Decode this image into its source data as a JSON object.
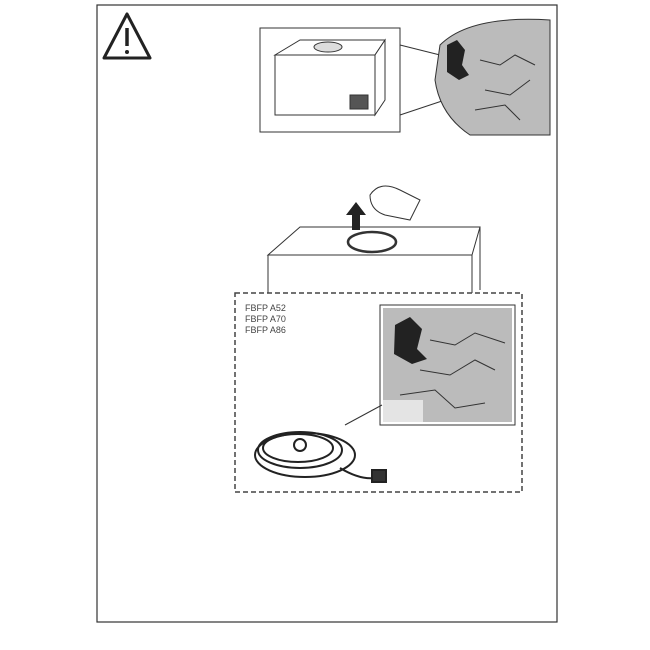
{
  "models": [
    "FBFP A52",
    "FBFP A70",
    "FBFP A86"
  ],
  "icons": [
    "warning-icon",
    "hood-icon",
    "europe-map-icon",
    "power-cord-icon",
    "box-icon",
    "hand-icon",
    "arrow-up-icon",
    "arrow-down-icon",
    "curved-arrow-icon"
  ]
}
